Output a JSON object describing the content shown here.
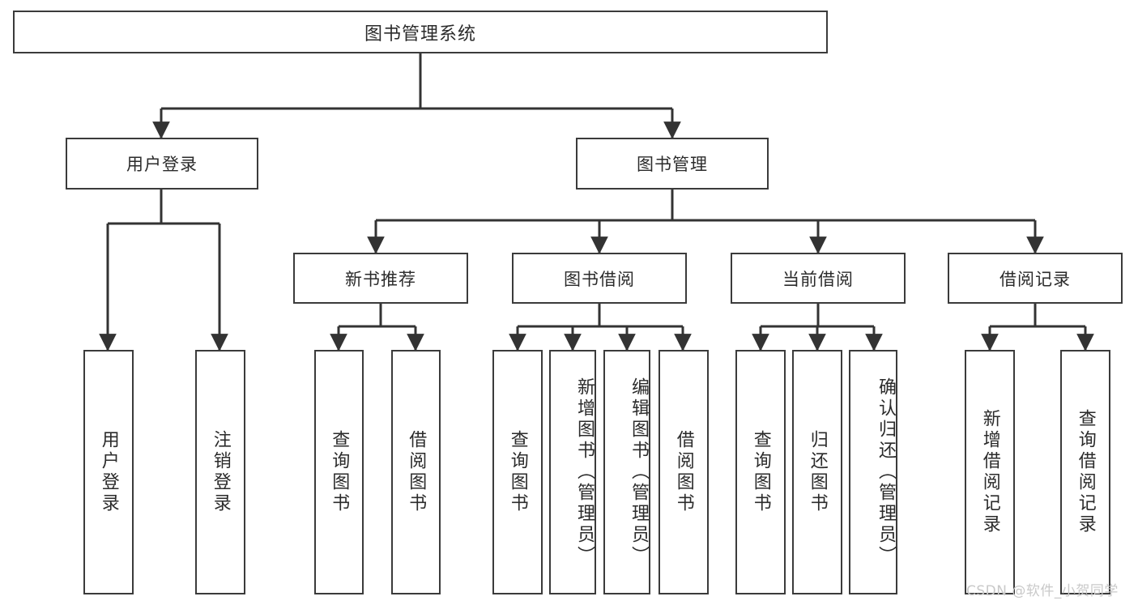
{
  "diagram": {
    "type": "tree-hierarchy",
    "title": "图书管理系统",
    "orientation": "top-down",
    "root": {
      "id": "root",
      "label": "图书管理系统"
    },
    "level1": [
      {
        "id": "user-login",
        "label": "用户登录"
      },
      {
        "id": "book-management",
        "label": "图书管理"
      }
    ],
    "level2": [
      {
        "id": "new-book-recommend",
        "label": "新书推荐",
        "parent": "book-management"
      },
      {
        "id": "book-borrow",
        "label": "图书借阅",
        "parent": "book-management"
      },
      {
        "id": "current-borrow",
        "label": "当前借阅",
        "parent": "book-management"
      },
      {
        "id": "borrow-record",
        "label": "借阅记录",
        "parent": "book-management"
      }
    ],
    "leaves": {
      "user_login": [
        {
          "id": "leaf-user-login",
          "label": "用户登录"
        },
        {
          "id": "leaf-user-logout",
          "label": "注销登录"
        }
      ],
      "new_book_recommend": [
        {
          "id": "leaf-query-book-1",
          "label": "查询图书"
        },
        {
          "id": "leaf-borrow-book-1",
          "label": "借阅图书"
        }
      ],
      "book_borrow": [
        {
          "id": "leaf-query-book-2",
          "label": "查询图书"
        },
        {
          "id": "leaf-add-book",
          "label": "新增图书（管理员）"
        },
        {
          "id": "leaf-edit-book",
          "label": "编辑图书（管理员）"
        },
        {
          "id": "leaf-borrow-book-2",
          "label": "借阅图书"
        }
      ],
      "current_borrow": [
        {
          "id": "leaf-query-book-3",
          "label": "查询图书"
        },
        {
          "id": "leaf-return-book",
          "label": "归还图书"
        },
        {
          "id": "leaf-confirm-return",
          "label": "确认归还（管理员）"
        }
      ],
      "borrow_record": [
        {
          "id": "leaf-add-record",
          "label": "新增借阅记录"
        },
        {
          "id": "leaf-query-record",
          "label": "查询借阅记录"
        }
      ]
    }
  },
  "colors": {
    "border": "#3b3b3b",
    "text": "#2b2b2b",
    "background": "#ffffff",
    "connector": "#333333",
    "watermark": "#c9c9c9"
  },
  "watermark": {
    "text": "CSDN @软件_小贺同学"
  }
}
